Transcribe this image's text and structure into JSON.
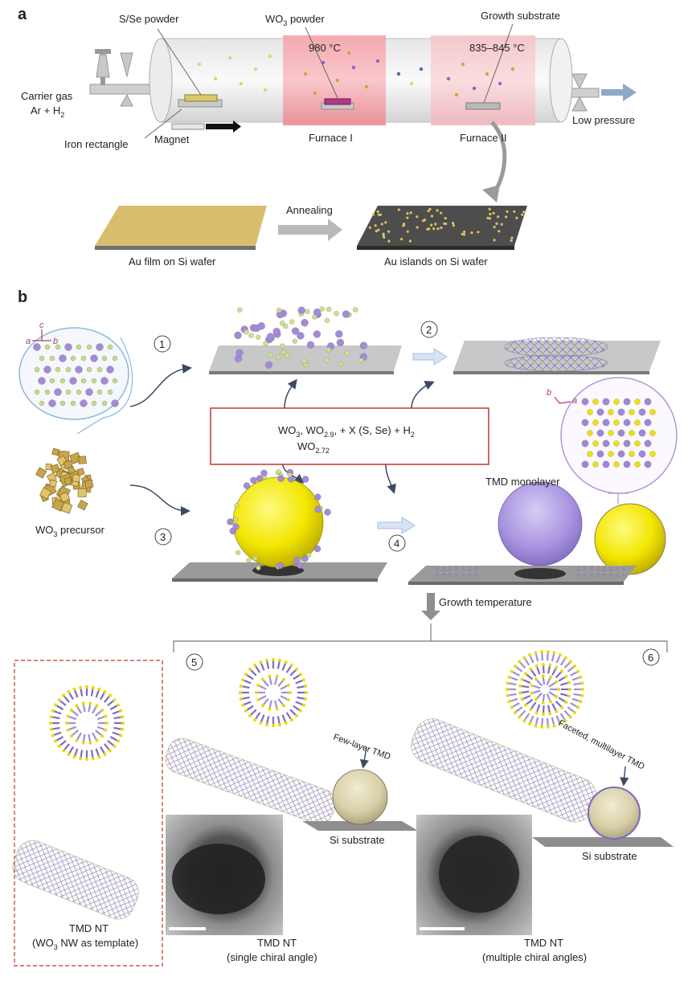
{
  "panel_a": {
    "letter": "a",
    "ss_powder": "S/Se powder",
    "wo3_powder": "WO",
    "wo3_powder_sub": "3",
    "wo3_powder_rest": " powder",
    "growth_substrate": "Growth substrate",
    "temp1": "980 °C",
    "temp2": "835–845 °C",
    "carrier_gas": "Carrier gas",
    "gas_mix": "Ar + H",
    "gas_mix_sub": "2",
    "iron_rectangle": "Iron rectangle",
    "magnet": "Magnet",
    "furnace1": "Furnace I",
    "furnace2": "Furnace II",
    "low_pressure": "Low pressure",
    "annealing": "Annealing",
    "au_film": "Au film on Si wafer",
    "au_islands": "Au islands on Si wafer"
  },
  "panel_b": {
    "letter": "b",
    "axis_c": "c",
    "axis_a": "a",
    "axis_b": "b",
    "axis_b2": "b",
    "axis_a2": "a",
    "steps": [
      "1",
      "2",
      "3",
      "4",
      "5",
      "6"
    ],
    "reaction_l1_a": "WO",
    "reaction_l1_a_sub": "3",
    "reaction_l1_b": ", WO",
    "reaction_l1_b_sub": "2.9",
    "reaction_l1_c": ", + X (S, Se) + H",
    "reaction_l1_c_sub": "2",
    "reaction_l2": "WO",
    "reaction_l2_sub": "2.72",
    "precursor": "WO",
    "precursor_sub": "3",
    "precursor_rest": " precursor",
    "tmd_monolayer": "TMD monolayer",
    "growth_temperature": "Growth temperature",
    "few_layer": "Few-layer TMD",
    "faceted": "Faceted, multilayer TMD",
    "si_substrate_1": "Si substrate",
    "si_substrate_2": "Si substrate",
    "nt_template_l1": "TMD NT",
    "nt_template_l2": "(WO",
    "nt_template_l2_sub": "3",
    "nt_template_l2_rest": " NW as template)",
    "nt_single_l1": "TMD NT",
    "nt_single_l2": "(single chiral angle)",
    "nt_multi_l1": "TMD NT",
    "nt_multi_l2": "(multiple chiral angles)"
  },
  "colors": {
    "gold": "#d9b866",
    "violet": "#9b87d6",
    "yellow": "#f2e600",
    "furnace_red": "#f07a86",
    "frame_red": "#c0392b",
    "arrow_blue": "#8fa8c8",
    "substrate_grey": "#8e8e8e"
  }
}
